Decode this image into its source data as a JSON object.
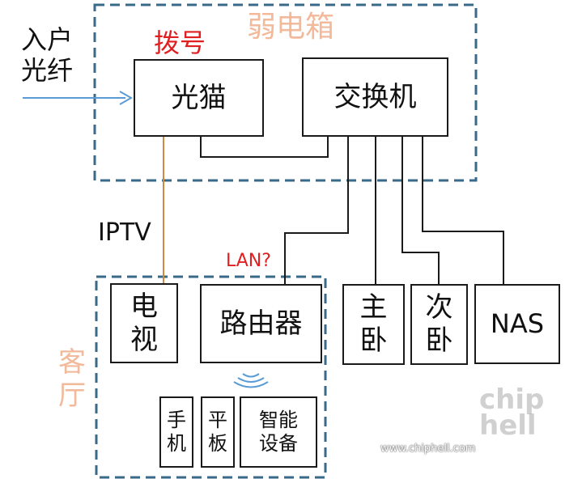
{
  "diagram": {
    "weak_box_label": "弱电箱",
    "living_room_label": "客\n厅",
    "fiber_in_label": "入户\n光纤",
    "dial_label": "拨号",
    "iptv_label": "IPTV",
    "lan_label": "LAN?",
    "nodes": {
      "modem": "光猫",
      "switch": "交换机",
      "tv": "电\n视",
      "router": "路由器",
      "master_bedroom": "主\n卧",
      "second_bedroom": "次\n卧",
      "nas": "NAS",
      "phone": "手\n机",
      "tablet": "平\n板",
      "smart_device": "智能\n设备"
    },
    "colors": {
      "dashed_border": "#3a6a8a",
      "fiber_arrow": "#5b9bd5",
      "iptv_line": "#d08a40",
      "accent_red": "#e02020",
      "label_peach": "#f2b99a"
    }
  },
  "watermark": {
    "logo_text": "chip hell",
    "url": "www.chiphell.com"
  }
}
